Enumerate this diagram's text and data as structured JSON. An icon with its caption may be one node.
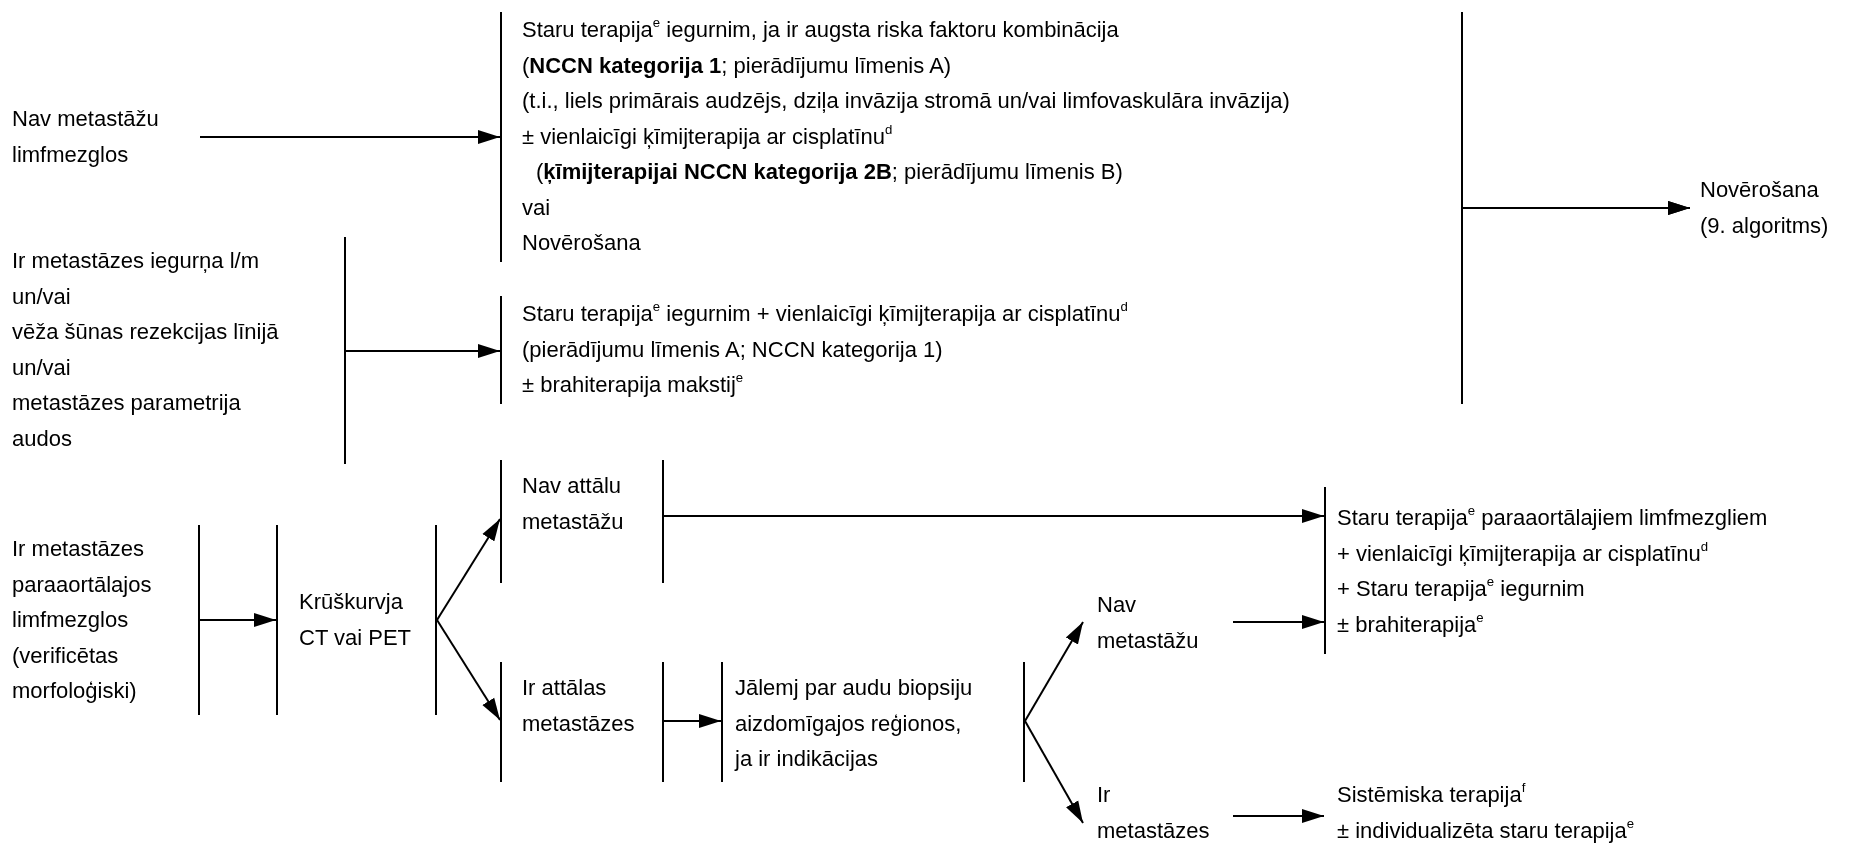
{
  "diagram": {
    "nodes": [
      {
        "text": [
          "Nav metastāžu limfmezglos"
        ]
      },
      {
        "text": [
          "Staru terapija$^{e}$ iegurnim, ja ir augsta riska faktoru kombinācija",
          "(**NCCN kategorija 1**; pierādījumu līmenis A)",
          "(t.i., liels primārais audzējs, dziļa invāzija stromā un/vai limfovaskulāra invāzija)",
          "± vienlaicīgi ķīmijterapija ar cisplatīnu$^{d}$",
          "(**ķīmijterapijai NCCN kategorija 2B**; pierādījumu līmenis B)",
          "vai",
          "Novērošana"
        ]
      },
      {
        "text": [
          "Ir metastāzes iegurņa l/m",
          "un/vai",
          "vēža šūnas rezekcijas līnijā",
          "un/vai",
          "metastāzes parametrija audos"
        ]
      },
      {
        "text": [
          "Staru terapija$^{e}$ iegurnim + vienlaicīgi ķīmijterapija ar cisplatīnu$^{d}$",
          "(pierādījumu līmenis A; NCCN kategorija 1)",
          "± brahiterapija makstij$^{e}$"
        ]
      },
      {
        "text": [
          "Novērošana",
          "(9. algoritms)"
        ]
      },
      {
        "text": [
          "Ir metastāzes paraaortālajos limfmezglos (verificētas morfoloģiski)"
        ]
      },
      {
        "text": [
          "Krūškurvja CT vai PET"
        ]
      },
      {
        "text": [
          "Nav attālu metastāžu"
        ]
      },
      {
        "text": [
          "Ir attālas metastāzes"
        ]
      },
      {
        "text": [
          "Jālemj par audu biopsiju aizdomīgajos reģionos, ja ir indikācijas"
        ]
      },
      {
        "text": [
          "Nav metastāžu"
        ]
      },
      {
        "text": [
          "Staru terapija$^{e}$ paraaortālajiem limfmezgliem",
          "+ vienlaicīgi ķīmijterapija ar cisplatīnu$^{d}$",
          "+ Staru terapija$^{e}$ iegurnim",
          "± brahiterapija$^{e}$"
        ]
      },
      {
        "text": [
          "Ir metastāzes"
        ]
      },
      {
        "text": [
          "Sistēmiska terapija$^{f}$",
          "± individualizēta staru terapija$^{e}$"
        ]
      }
    ],
    "edges": [
      {
        "from": 0,
        "to": 1,
        "arrow": "to"
      },
      {
        "from": 2,
        "to": 3,
        "arrow": "to"
      },
      {
        "from": 1,
        "to": 4,
        "arrow": "to"
      },
      {
        "from": 3,
        "to": 4,
        "arrow": "to"
      },
      {
        "from": 5,
        "to": 6,
        "arrow": "to"
      },
      {
        "from": 6,
        "to": 7,
        "arrow": "to"
      },
      {
        "from": 6,
        "to": 8,
        "arrow": "to"
      },
      {
        "from": 7,
        "to": 11,
        "arrow": "to"
      },
      {
        "from": 8,
        "to": 9,
        "arrow": "to"
      },
      {
        "from": 9,
        "to": 10,
        "arrow": "to"
      },
      {
        "from": 9,
        "to": 12,
        "arrow": "to"
      },
      {
        "from": 10,
        "to": 11,
        "arrow": "to"
      },
      {
        "from": 12,
        "to": 13,
        "arrow": "to"
      }
    ]
  }
}
